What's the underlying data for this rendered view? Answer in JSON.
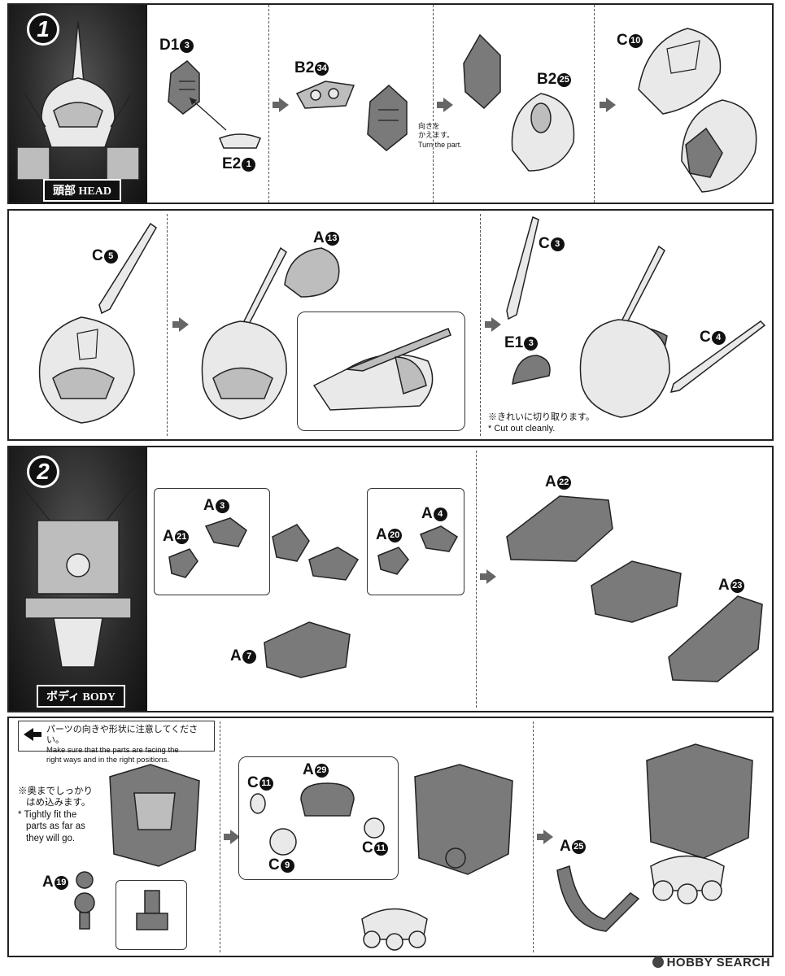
{
  "steps": [
    {
      "number": "1",
      "label": "頭部 HEAD",
      "parts": {
        "d1": {
          "letter": "D1",
          "num": "3"
        },
        "e2": {
          "letter": "E2",
          "num": "1"
        },
        "b2a": {
          "letter": "B2",
          "num": "34"
        },
        "b2b": {
          "letter": "B2",
          "num": "25"
        },
        "c10": {
          "letter": "C",
          "num": "10"
        },
        "c5": {
          "letter": "C",
          "num": "5"
        },
        "a13": {
          "letter": "A",
          "num": "13"
        },
        "c3": {
          "letter": "C",
          "num": "3"
        },
        "e1": {
          "letter": "E1",
          "num": "3"
        },
        "c4": {
          "letter": "C",
          "num": "4"
        }
      },
      "notes": {
        "turn_jp": "向きを\nかえます。",
        "turn_en": "Turn the part.",
        "cut_jp": "※きれいに切り取ります。",
        "cut_en": "* Cut out cleanly."
      }
    },
    {
      "number": "2",
      "label": "ボディ BODY",
      "parts": {
        "a21": {
          "letter": "A",
          "num": "21"
        },
        "a3": {
          "letter": "A",
          "num": "3"
        },
        "a20": {
          "letter": "A",
          "num": "20"
        },
        "a4": {
          "letter": "A",
          "num": "4"
        },
        "a7": {
          "letter": "A",
          "num": "7"
        },
        "a22": {
          "letter": "A",
          "num": "22"
        },
        "a23": {
          "letter": "A",
          "num": "23"
        },
        "a19": {
          "letter": "A",
          "num": "19"
        },
        "c11a": {
          "letter": "C",
          "num": "11"
        },
        "a29": {
          "letter": "A",
          "num": "29"
        },
        "c11b": {
          "letter": "C",
          "num": "11"
        },
        "c9": {
          "letter": "C",
          "num": "9"
        },
        "a25": {
          "letter": "A",
          "num": "25"
        }
      },
      "notes": {
        "caution_jp": "パーツの向きや形状に注意してください。",
        "caution_en1": "Make sure that the parts are facing the",
        "caution_en2": "right ways and in the right positions.",
        "fit_jp1": "※奥までしっかり",
        "fit_jp2": "はめ込みます。",
        "fit_en1": "* Tightly fit the",
        "fit_en2": "parts as far as",
        "fit_en3": "they will go."
      }
    }
  ],
  "watermark": "HOBBY SEARCH",
  "colors": {
    "ink": "#111111",
    "mid_gray": "#7a7a7a",
    "light_gray": "#e9e9e9"
  }
}
